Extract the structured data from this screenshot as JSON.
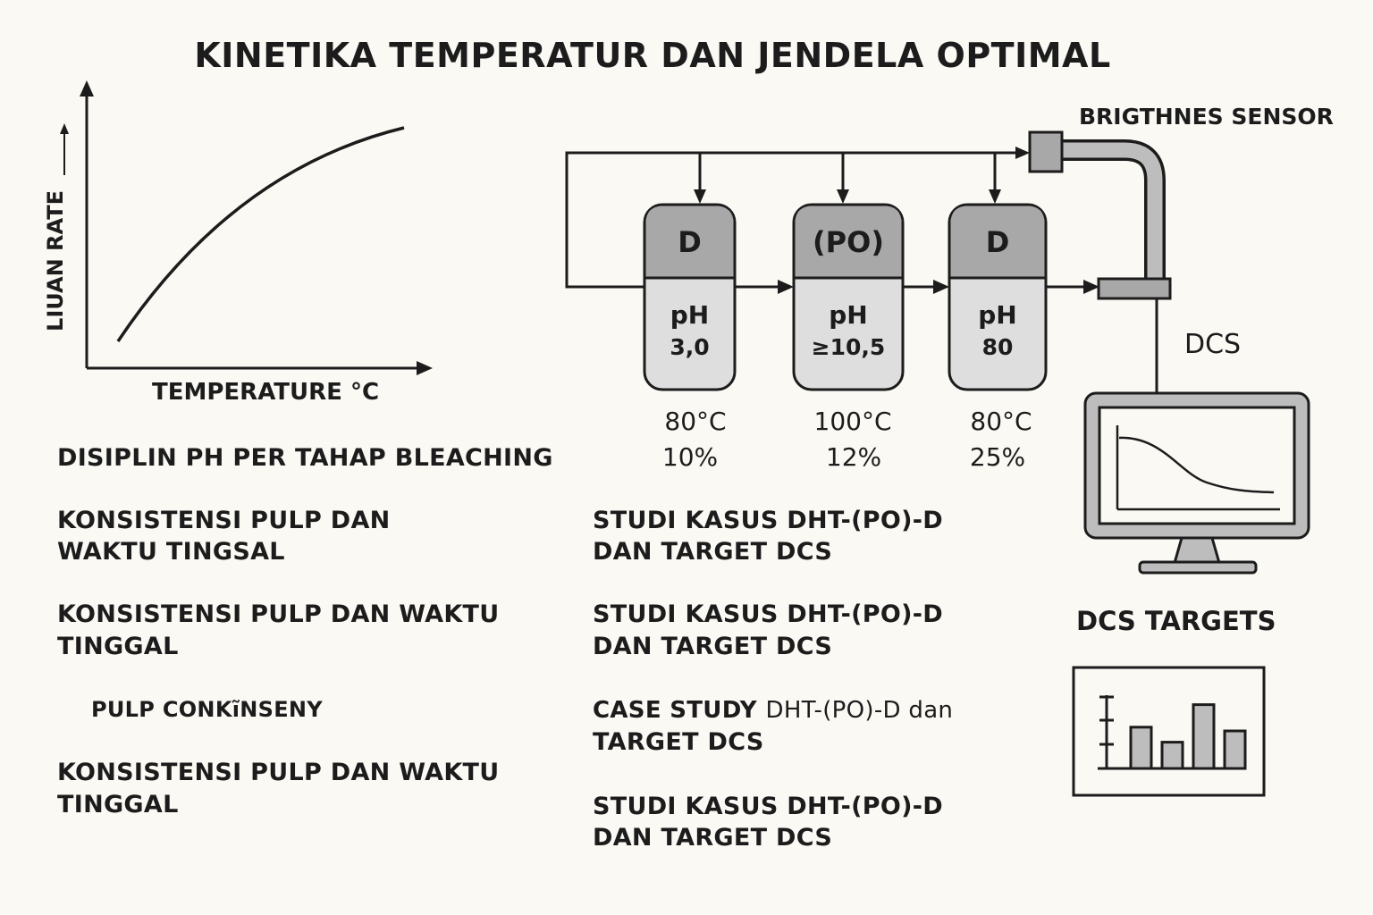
{
  "title": "KINETIKA TEMPERATUR DAN JENDELA OPTIMAL",
  "graph": {
    "ylabel": "LIUAN RATE",
    "xlabel": "TEMPERATURE °C"
  },
  "sensor_label": "BRIGTHNES SENSOR",
  "dcs_label": "DCS",
  "dcs_targets_label": "DCS TARGETS",
  "stages": [
    {
      "name": "D",
      "ph_label": "pH",
      "ph_value": "3,0",
      "temp": "80°C",
      "consistency": "10%"
    },
    {
      "name": "(PO)",
      "ph_label": "pH",
      "ph_value": "≥10,5",
      "temp": "100°C",
      "consistency": "12%"
    },
    {
      "name": "D",
      "ph_label": "pH",
      "ph_value": "80",
      "temp": "80°C",
      "consistency": "25%"
    }
  ],
  "left_text": {
    "l1": "DISIPLIN PH PER TAHAP BLEACHING",
    "l2a": "KONSISTENSI PULP DAN",
    "l2b": "WAKTU TINGSAL",
    "l3a": "KONSISTENSI PULP DAN WAKTU",
    "l3b": "TINGGAL",
    "l4": "PULP CONKĩNSENY",
    "l5a": "KONSISTENSI PULP DAN WAKTU",
    "l5b": "TINGGAL"
  },
  "mid_text": {
    "m1a": "STUDI KASUS DHT-(PO)-D",
    "m1b": "DAN TARGET DCS",
    "m2a": "STUDI KASUS DHT-(PO)-D",
    "m2b": "DAN TARGET DCS",
    "m3a_caps": "CASE STUDY",
    "m3a_rest": "DHT-(PO)-D dan",
    "m3b": "TARGET DCS",
    "m4a": "STUDI KASUS DHT-(PO)-D",
    "m4b": "DAN TARGET DCS"
  },
  "bar_chart": {
    "values": [
      0.55,
      0.35,
      0.85,
      0.5
    ]
  },
  "colors": {
    "stage_top": "#a8a8a8",
    "stage_bottom": "#dedede",
    "monitor": "#bdbdbd",
    "background": "#fbf9f4"
  }
}
